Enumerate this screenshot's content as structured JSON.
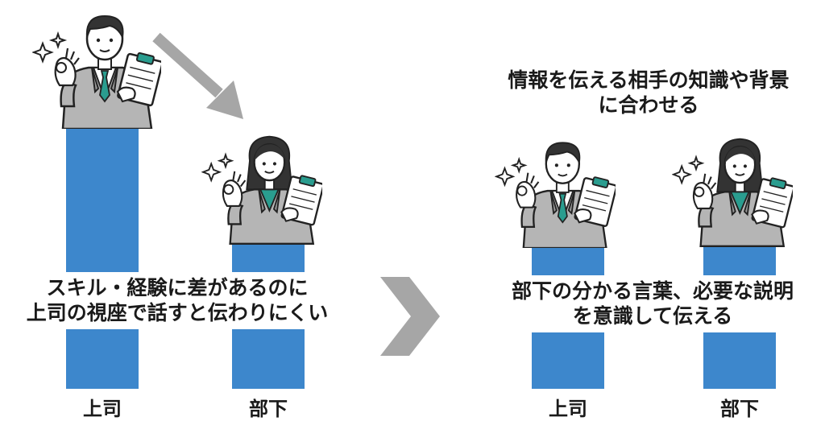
{
  "left": {
    "caption": "スキル・経験に差があるのに\n上司の視座で話すと伝わりにくい",
    "boss_label": "上司",
    "sub_label": "部下"
  },
  "right": {
    "heading": "情報を伝える相手の知識や背景\nに合わせる",
    "caption": "部下の分かる言葉、必要な説明\nを意識して伝える",
    "boss_label": "上司",
    "sub_label": "部下"
  },
  "colors": {
    "bar": "#3d87cc",
    "arrow": "#a6a6a6",
    "suit": "#b5b5b5",
    "tie": "#2a9d8f"
  },
  "icons": [
    "arrow-down-right-icon",
    "chevron-right-icon",
    "sparkle-icon",
    "clipboard-icon"
  ]
}
